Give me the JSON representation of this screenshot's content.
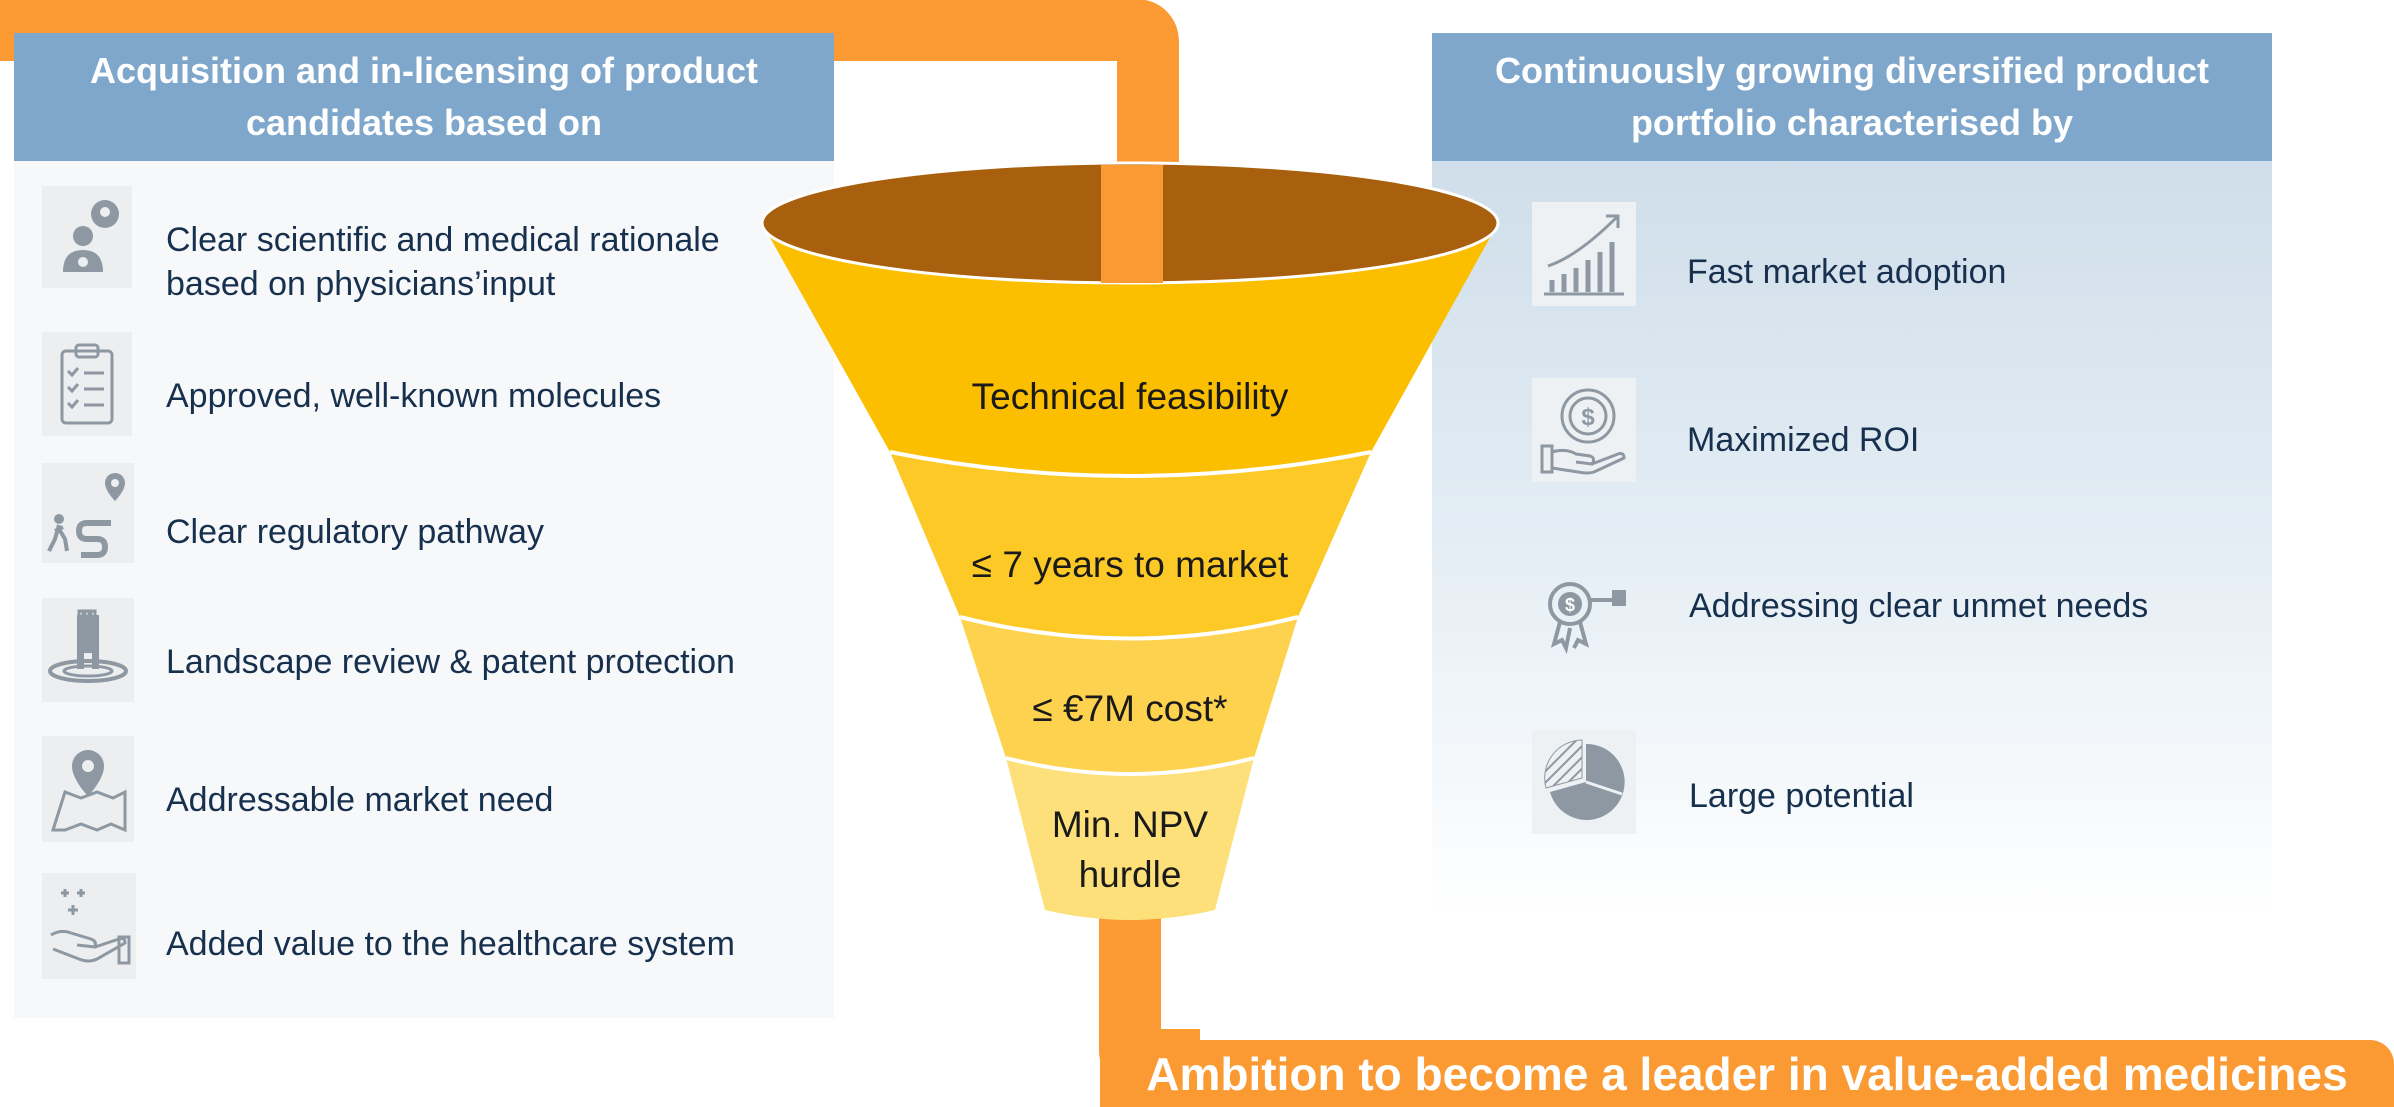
{
  "left": {
    "header": "Acquisition and in-licensing of product candidates based on",
    "items": [
      {
        "label": "Clear scientific and medical rationale based on physicians’input",
        "icon": "doctor-location-icon"
      },
      {
        "label": "Approved, well-known molecules",
        "icon": "clipboard-checklist-icon"
      },
      {
        "label": "Clear regulatory pathway",
        "icon": "walking-path-icon"
      },
      {
        "label": "Landscape review & patent protection",
        "icon": "tower-landscape-icon"
      },
      {
        "label": "Addressable market need",
        "icon": "map-pin-icon"
      },
      {
        "label": "Added value to the healthcare system",
        "icon": "hand-plus-icon"
      }
    ]
  },
  "funnel": {
    "stages": [
      "Technical feasibility",
      "≤ 7 years to market",
      "≤ €7M cost*",
      "Min. NPV hurdle"
    ]
  },
  "right": {
    "header": "Continuously growing diversified product portfolio characterised by",
    "items": [
      {
        "label": "Fast market adoption",
        "icon": "growth-chart-icon"
      },
      {
        "label": "Maximized ROI",
        "icon": "dollar-hand-icon"
      },
      {
        "label": "Addressing clear unmet needs",
        "icon": "dollar-award-target-icon"
      },
      {
        "label": "Large potential",
        "icon": "pie-chart-icon"
      }
    ]
  },
  "ambition": "Ambition to become a leader in value-added medicines",
  "colors": {
    "orange": "#fb9a33",
    "header_blue": "#7fa7cb",
    "funnel_rim": "#a8600f",
    "funnel_stage1": "#fbbf00",
    "funnel_stage2": "#fcc926",
    "funnel_stage3": "#fdd24f",
    "funnel_stage4": "#fde07a",
    "text_navy": "#17304e"
  }
}
